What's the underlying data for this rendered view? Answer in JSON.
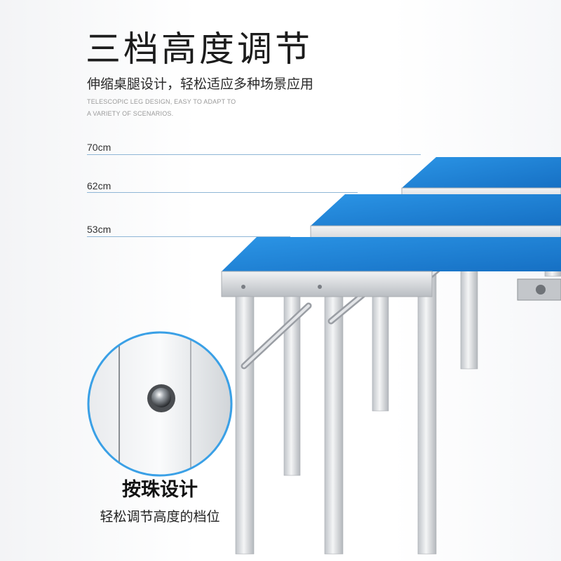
{
  "header": {
    "title": "三档高度调节",
    "subtitle": "伸缩桌腿设计，轻松适应多种场景应用",
    "english_line1": "TELESCOPIC LEG DESIGN, EASY TO ADAPT TO",
    "english_line2": "A VARIETY OF SCENARIOS."
  },
  "heights": [
    {
      "label": "70cm"
    },
    {
      "label": "62cm"
    },
    {
      "label": "53cm"
    }
  ],
  "feature": {
    "title": "按珠设计",
    "subtitle": "轻松调节高度的档位"
  },
  "colors": {
    "tabletop_blue": "#1e86d8",
    "frame_silver": "#d8dadd",
    "circle_border": "#3aa0e6",
    "guide_line": "#8fb6d6"
  }
}
